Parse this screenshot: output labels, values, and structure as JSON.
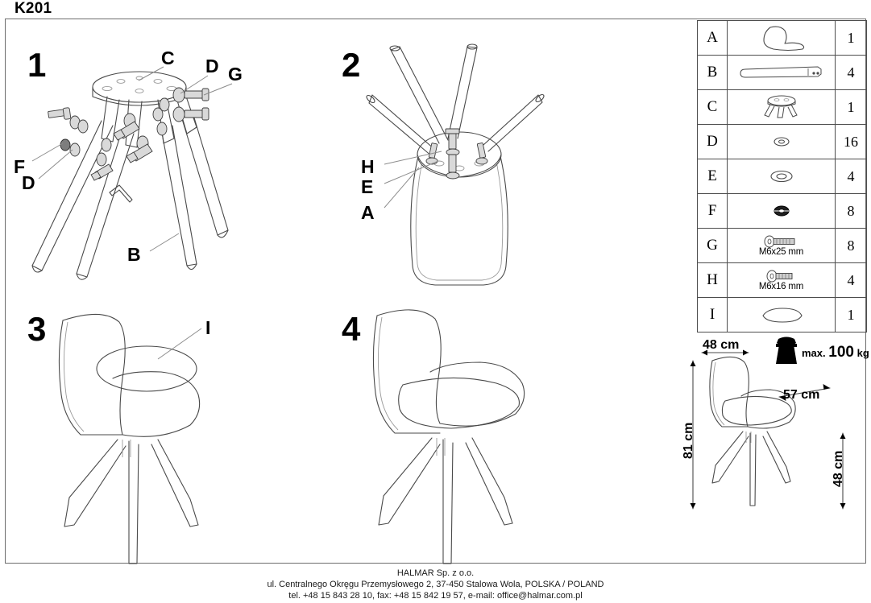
{
  "document": {
    "model_code": "K201"
  },
  "steps": [
    {
      "number": "1",
      "callouts": [
        "C",
        "D",
        "G",
        "F",
        "D",
        "B"
      ]
    },
    {
      "number": "2",
      "callouts": [
        "H",
        "E",
        "A"
      ]
    },
    {
      "number": "3",
      "callouts": [
        "I"
      ]
    },
    {
      "number": "4",
      "callouts": []
    }
  ],
  "step_labels": {
    "s1": "1",
    "s2": "2",
    "s3": "3",
    "s4": "4",
    "s1_c": "C",
    "s1_d_top": "D",
    "s1_g": "G",
    "s1_f": "F",
    "s1_d_left": "D",
    "s1_b": "B",
    "s2_h": "H",
    "s2_e": "E",
    "s2_a": "A",
    "s3_i": "I"
  },
  "parts_table": {
    "rows": [
      {
        "letter": "A",
        "icon": "seat-shell-icon",
        "spec": "",
        "qty": "1"
      },
      {
        "letter": "B",
        "icon": "leg-icon",
        "spec": "",
        "qty": "4"
      },
      {
        "letter": "C",
        "icon": "base-bracket-icon",
        "spec": "",
        "qty": "1"
      },
      {
        "letter": "D",
        "icon": "washer-small-icon",
        "spec": "",
        "qty": "16"
      },
      {
        "letter": "E",
        "icon": "washer-large-icon",
        "spec": "",
        "qty": "4"
      },
      {
        "letter": "F",
        "icon": "nut-icon",
        "spec": "",
        "qty": "8"
      },
      {
        "letter": "G",
        "icon": "bolt-icon",
        "spec": "M6x25 mm",
        "qty": "8"
      },
      {
        "letter": "H",
        "icon": "bolt-icon",
        "spec": "M6x16 mm",
        "qty": "4"
      },
      {
        "letter": "I",
        "icon": "cushion-icon",
        "spec": "",
        "qty": "1"
      }
    ]
  },
  "dimensions": {
    "width": "48 cm",
    "height": "81 cm",
    "depth": "57 cm",
    "seat_height": "48 cm",
    "max_load_prefix": "max.",
    "max_load_value": "100",
    "max_load_unit": "kg"
  },
  "footer": {
    "line1": "HALMAR Sp. z o.o.",
    "line2": "ul. Centralnego Okręgu Przemysłowego 2, 37-450 Stalowa Wola, POLSKA / POLAND",
    "line3": "tel. +48 15 843 28 10, fax: +48 15 842 19 57, e-mail: office@halmar.com.pl"
  },
  "colors": {
    "frame_border": "#6d6d6d",
    "line": "#4a4a4a",
    "text": "#000000",
    "background": "#ffffff"
  }
}
